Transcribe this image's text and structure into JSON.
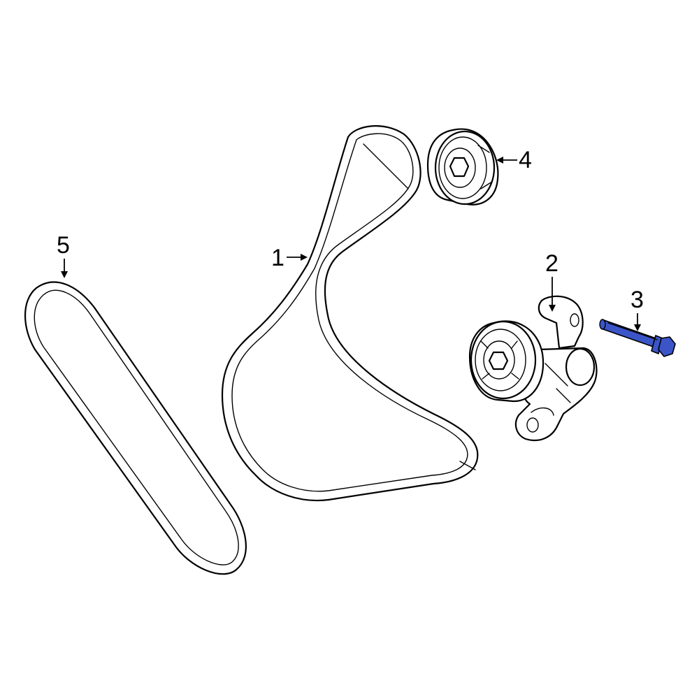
{
  "callouts": {
    "belt_main": "1",
    "tensioner": "2",
    "bolt": "3",
    "idler_pulley": "4",
    "belt_secondary": "5"
  },
  "colors": {
    "highlight": "#3b55c9",
    "line": "#000000",
    "background": "#ffffff"
  }
}
